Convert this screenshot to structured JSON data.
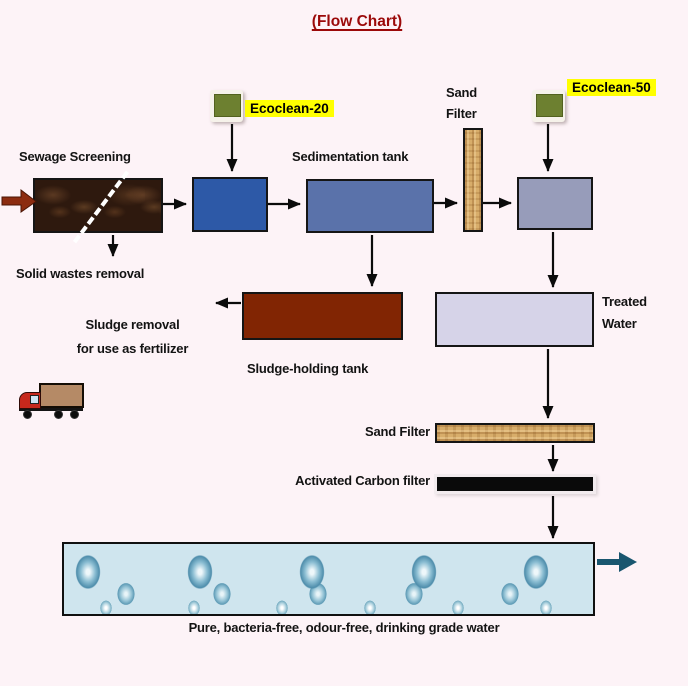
{
  "title": "(Flow Chart)",
  "chemicals": {
    "ecoclean20": "Ecoclean-20",
    "ecoclean50": "Ecoclean-50"
  },
  "stages": {
    "sewage_screening": "Sewage Screening",
    "solid_wastes": "Solid wastes removal",
    "sedimentation_tank": "Sedimentation tank",
    "sand_filter_primary": "Sand Filter",
    "sludge_removal": "Sludge removal",
    "sludge_removal_use": "for use as fertilizer",
    "sludge_holding_tank": "Sludge-holding tank",
    "treated_water": "Treated Water",
    "sand_filter_secondary": "Sand Filter",
    "activated_carbon_filter": "Activated Carbon filter",
    "final_output": "Pure, bacteria-free, odour-free, drinking grade water"
  },
  "colors": {
    "background": "#fdf3f7",
    "title": "#9b0909",
    "highlight_yellow": "#ffff00",
    "ecoclean_green": "#6d8030",
    "screening_tank": "#2e190e",
    "ecoclean20_tank": "#2d59a7",
    "sedimentation_tank": "#5a72aa",
    "ecoclean50_tank": "#979cba",
    "sludge_tank": "#812503",
    "treated_water_tank": "#d6d3e8",
    "sand_filter": "#d8ad6a",
    "carbon_filter": "#0a0a0a",
    "inlet_arrow": "#8c2c10",
    "outlet_arrow": "#19566f",
    "flow_arrow": "#0b0b0b"
  }
}
